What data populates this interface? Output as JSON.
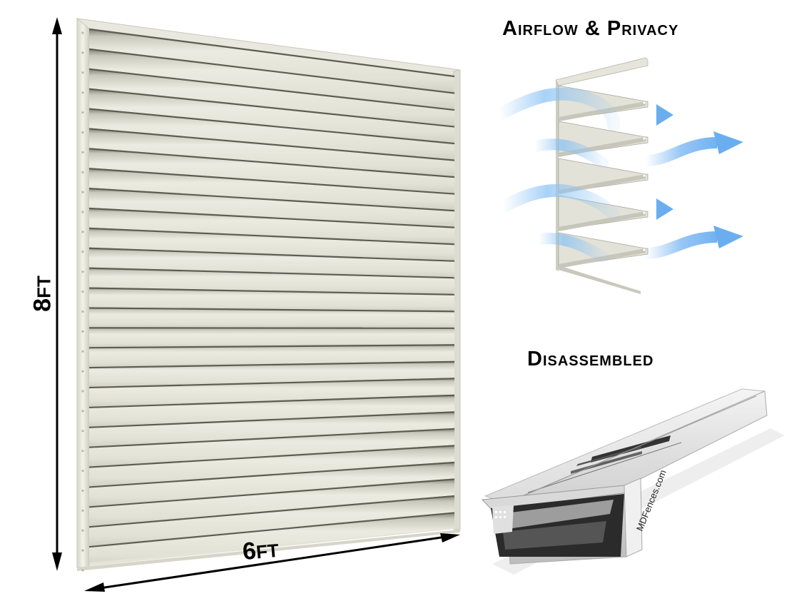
{
  "headings": {
    "airflow_privacy": "Airflow & Privacy",
    "disassembled": "Disassembled"
  },
  "dimensions": {
    "height_value": "8",
    "height_unit": "FT",
    "width_value": "6",
    "width_unit": "FT"
  },
  "main_panel": {
    "description": "Louvered fence panel, front view",
    "slat_count": 27,
    "color": "#e4e3d8"
  },
  "airflow_diagram": {
    "description": "Angled louver section with airflow arrows passing through",
    "arrows_in": 4,
    "arrows_out": 4,
    "arrow_color": "#6aaef0"
  },
  "box": {
    "description": "Shipping box with disassembled panel parts",
    "brand_text": "MDFences.com"
  },
  "colors": {
    "panel": "#e4e3d8",
    "panel_shadow": "#8e8c80",
    "frame": "#eeede3",
    "airflow": "#6aaef0",
    "text": "#000000"
  }
}
